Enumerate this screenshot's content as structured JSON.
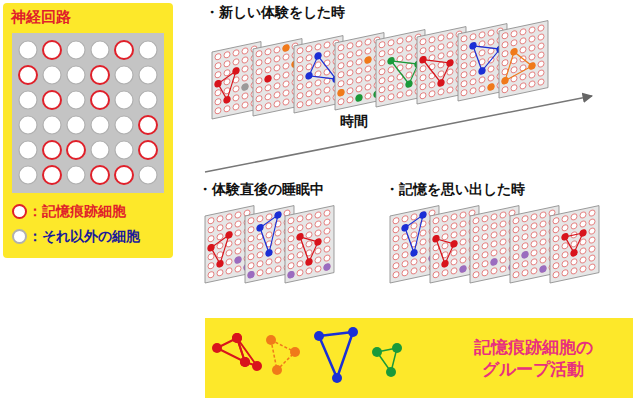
{
  "diagram": {
    "nodes": [
      {
        "text": [
          "神経回路"
        ]
      },
      {
        "text": [
          "記憶痕跡細胞の グループ活動"
        ]
      }
    ],
    "labels": [
      "・新しい体験をした時",
      "時間",
      "・体験直後の睡眠中",
      "・記憶を思い出した時"
    ],
    "legend": [
      {
        "text": "：記憶痕跡細胞"
      },
      {
        "text": "：それ以外の細胞"
      }
    ]
  }
}
